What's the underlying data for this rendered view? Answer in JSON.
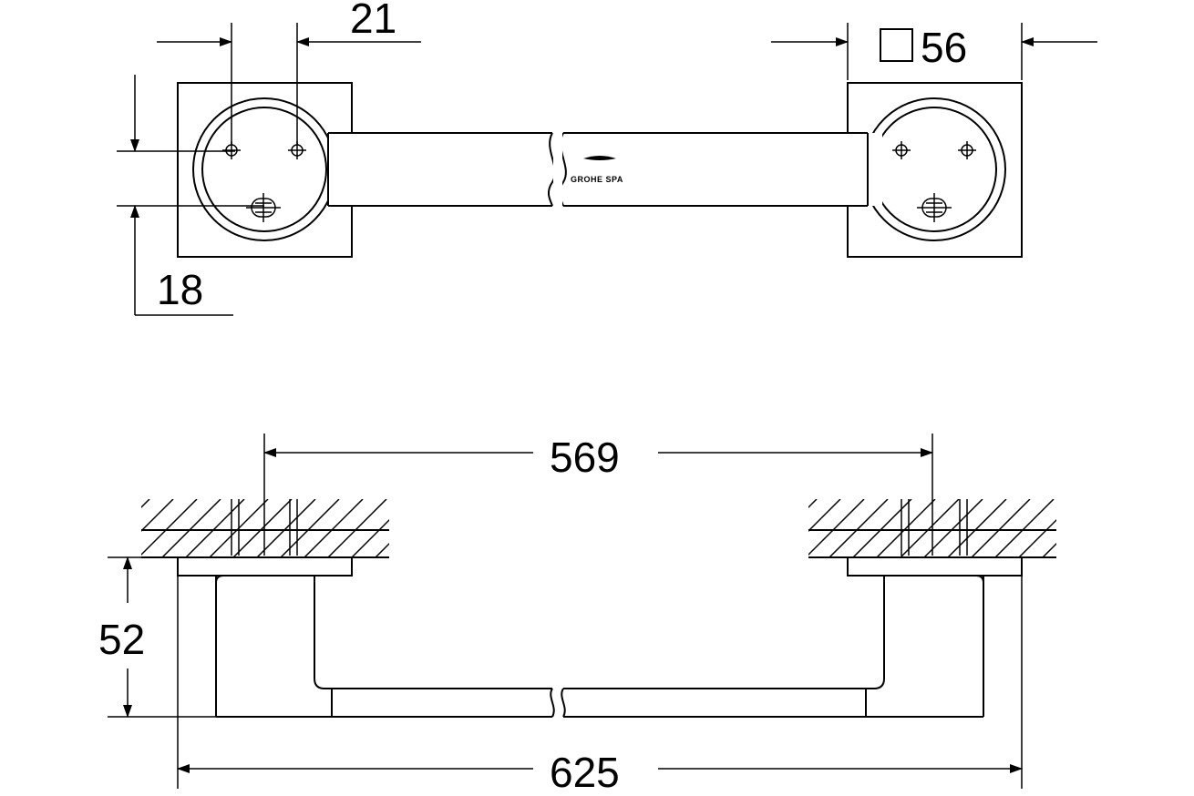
{
  "dimensions": {
    "hole_spacing": "21",
    "hole_offset": "18",
    "flange_square": "56",
    "center_distance": "569",
    "projection": "52",
    "overall_length": "625"
  },
  "logo": {
    "text": "GROHE SPA"
  },
  "icons": {
    "square_symbol": "square-icon"
  }
}
